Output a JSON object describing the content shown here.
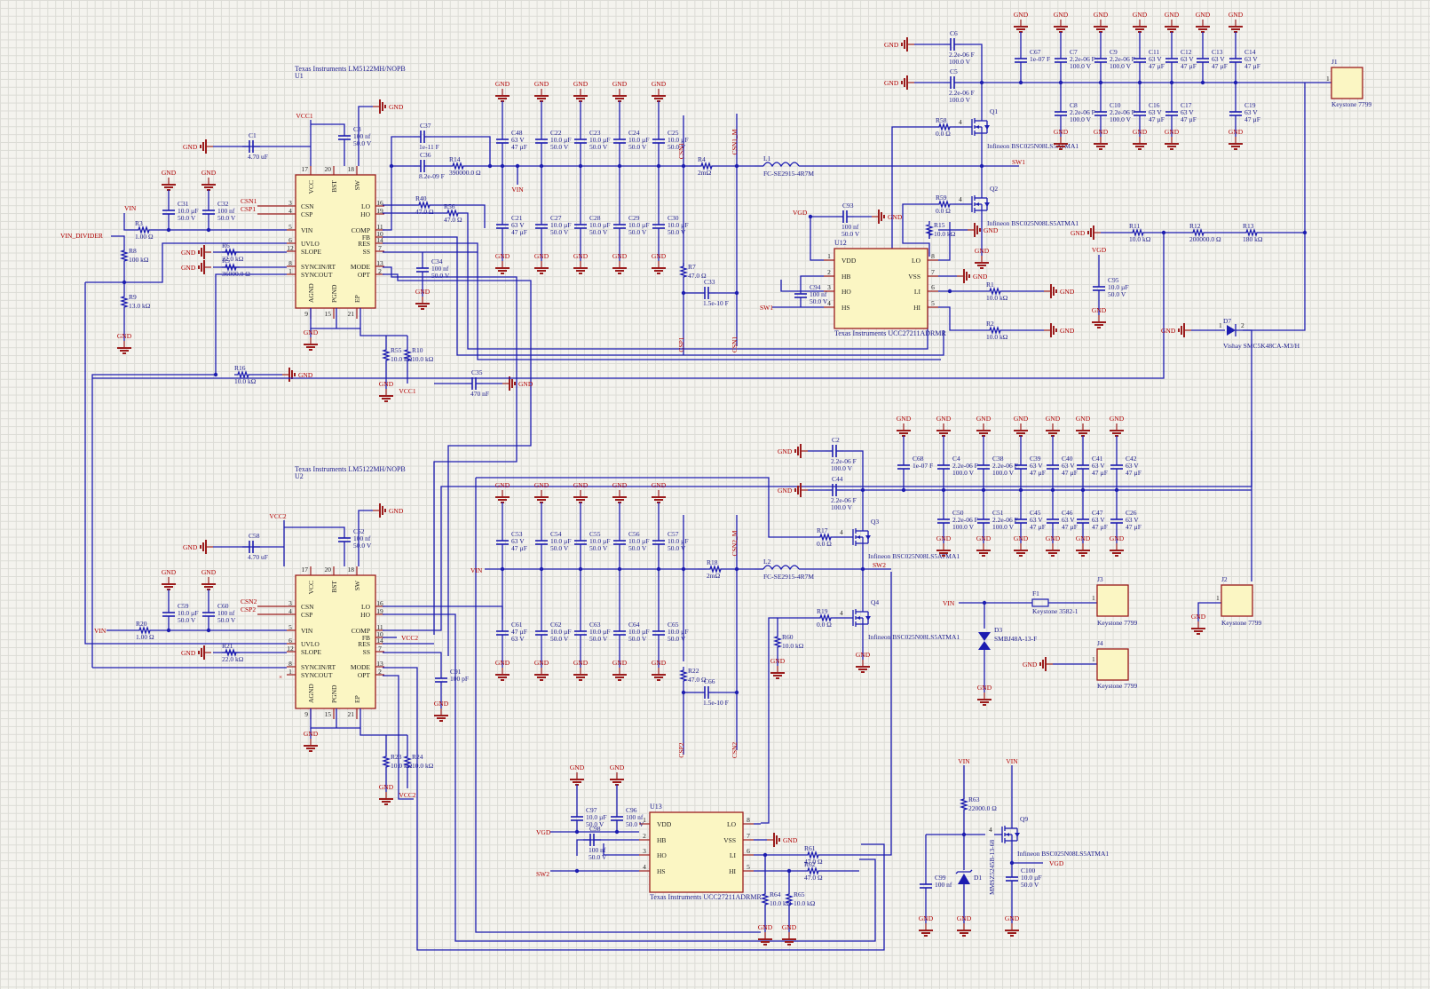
{
  "u1": {
    "manufacturer": "Texas Instruments LM5122MH/NOPB",
    "ref": "U1",
    "pins_left": [
      "CSN",
      "CSP",
      "VIN",
      "UVLO",
      "SLOPE",
      "SYNCIN/RT",
      "SYNCOUT"
    ],
    "pins_left_num": [
      "3",
      "4",
      "5",
      "6",
      "12",
      "8",
      "1"
    ],
    "pins_right": [
      "LO",
      "HO",
      "COMP",
      "FB",
      "RES",
      "SS",
      "MODE",
      "OPT"
    ],
    "pins_right_num": [
      "16",
      "19",
      "11",
      "10",
      "14",
      "7",
      "13",
      "2"
    ],
    "pins_top": [
      "VCC",
      "BST",
      "SW"
    ],
    "pins_top_num": [
      "17",
      "20",
      "18"
    ],
    "pins_bottom": [
      "AGND",
      "PGND",
      "EP"
    ],
    "pins_bottom_num": [
      "9",
      "15",
      "21"
    ]
  },
  "u2": {
    "manufacturer": "Texas Instruments LM5122MH/NOPB",
    "ref": "U2",
    "pins_left": [
      "CSN",
      "CSP",
      "VIN",
      "UVLO",
      "SLOPE",
      "SYNCIN/RT",
      "SYNCOUT"
    ],
    "pins_left_num": [
      "3",
      "4",
      "5",
      "6",
      "12",
      "8",
      "1"
    ],
    "pins_right": [
      "LO",
      "HO",
      "COMP",
      "FB",
      "RES",
      "SS",
      "MODE",
      "OPT"
    ],
    "pins_right_num": [
      "16",
      "19",
      "11",
      "10",
      "14",
      "7",
      "13",
      "2"
    ],
    "pins_top": [
      "VCC",
      "BST",
      "SW"
    ],
    "pins_top_num": [
      "17",
      "20",
      "18"
    ],
    "pins_bottom": [
      "AGND",
      "PGND",
      "EP"
    ],
    "pins_bottom_num": [
      "9",
      "15",
      "21"
    ]
  },
  "u12": {
    "manufacturer": "Texas Instruments UCC27211ADRMR",
    "ref": "U12",
    "pins_left": [
      "VDD",
      "HB",
      "HO",
      "HS"
    ],
    "pins_left_num": [
      "1",
      "2",
      "3",
      "4"
    ],
    "pins_right": [
      "LO",
      "VSS",
      "LI",
      "HI"
    ],
    "pins_right_num": [
      "8",
      "7",
      "6",
      "5"
    ]
  },
  "u13": {
    "manufacturer": "Texas Instruments UCC27211ADRMR",
    "ref": "U13",
    "pins_left": [
      "VDD",
      "HB",
      "HO",
      "HS"
    ],
    "pins_left_num": [
      "1",
      "2",
      "3",
      "4"
    ],
    "pins_right": [
      "LO",
      "VSS",
      "LI",
      "HI"
    ],
    "pins_right_num": [
      "8",
      "7",
      "6",
      "5"
    ]
  },
  "mosfets": [
    {
      "ref": "Q1",
      "part": "Infineon BSC025N08LS5ATMA1"
    },
    {
      "ref": "Q2",
      "part": "Infineon BSC025N08LS5ATMA1"
    },
    {
      "ref": "Q3",
      "part": "Infineon BSC025N08LS5ATMA1"
    },
    {
      "ref": "Q4",
      "part": "Infineon BSC025N08LS5ATMA1"
    },
    {
      "ref": "Q9",
      "part": "Infineon BSC025N08LS5ATMA1"
    }
  ],
  "inductors": [
    {
      "ref": "L1",
      "part": "FC-SE2915-4R7M"
    },
    {
      "ref": "L2",
      "part": "FC-SE2915-4R7M"
    }
  ],
  "connectors": [
    {
      "ref": "J1",
      "part": "Keystone 7799"
    },
    {
      "ref": "J2",
      "part": "Keystone 7799"
    },
    {
      "ref": "J3",
      "part": "Keystone 7799"
    },
    {
      "ref": "J4",
      "part": "Keystone 7799"
    }
  ],
  "fuse": {
    "ref": "F1",
    "part": "Keystone 3582-1"
  },
  "diodes": [
    {
      "ref": "D7",
      "part": "Vishay SMC5K48CA-M3/H"
    },
    {
      "ref": "D3",
      "part": "SMBJ48A-13-F"
    },
    {
      "ref": "D1",
      "part": "MMSZ5245B-13-68"
    }
  ],
  "nets": {
    "gnd": "GND",
    "vin": "VIN",
    "vgd": "VGD",
    "vin_div": "VIN_DIVIDER",
    "vcc1": "VCC1",
    "vcc2": "VCC2",
    "sw1": "SW1",
    "sw2": "SW2",
    "csn1": "CSN1",
    "csp1": "CSP1",
    "csn2": "CSN2",
    "csp2": "CSP2",
    "csn1m": "CSN1_M",
    "csn2m": "CSN2_M"
  },
  "values": {
    "c1": "4.70 uF",
    "c3": "100 nf",
    "v50": "50.0 V",
    "v100": "100.0 V",
    "v63": "63 V",
    "c31": "10.0 µF",
    "c32": "100 nf",
    "r3": "1.00 Ω",
    "r8": "100 kΩ",
    "r9": "13.0 kΩ",
    "r6": "22.0 kΩ",
    "r5": "36000.0 Ω",
    "r16": "10.0 kΩ",
    "r55": "10.0 kΩ",
    "r10": "10.0 kΩ",
    "c35": "470 nF",
    "c34": "100 nf",
    "c37": "1e-11 F",
    "c36": "8.2e-09 F",
    "r14": "390000.0 Ω",
    "r40": "47.0 Ω",
    "r56": "47.0 Ω",
    "c48": "47 µF",
    "c10u": "10.0 µF",
    "r4": "2mΩ",
    "r7": "47.0 Ω",
    "c33": "1.5e-10 F",
    "c6": "2.2e-06 F",
    "c67": "1e-07 F",
    "c47u": "47 µF",
    "r58": "0.0 Ω",
    "r59": "0.0 Ω",
    "r15": "10.0 kΩ",
    "c93": "100 nf",
    "c94": "100 nf",
    "r1": "10.0 kΩ",
    "r2": "10.0 kΩ",
    "r11": "10.0 kΩ",
    "r12": "200000.0 Ω",
    "r13": "180 kΩ",
    "c95": "10.0 µF",
    "c58": "4.70 uF",
    "c52": "100 nf",
    "c59": "10.0 µF",
    "c60": "100 nf",
    "r20": "1.00 Ω",
    "r21": "22.0 kΩ",
    "c91": "100 pF",
    "r23": "10.0 kΩ",
    "r24": "10.0 kΩ",
    "r17": "0.0 Ω",
    "r19": "0.0 Ω",
    "r60": "10.0 kΩ",
    "r18": "2mΩ",
    "r22": "47.0 Ω",
    "c66": "1.5e-10 F",
    "c97": "10.0 µF",
    "c96": "100 nf",
    "c98": "100 nf",
    "r61": "47.0 Ω",
    "r62": "47.0 Ω",
    "r64": "10.0 kΩ",
    "r65": "10.0 kΩ",
    "r63": "22000.0 Ω",
    "c99": "100 nf",
    "c100": "10.0 µF"
  }
}
